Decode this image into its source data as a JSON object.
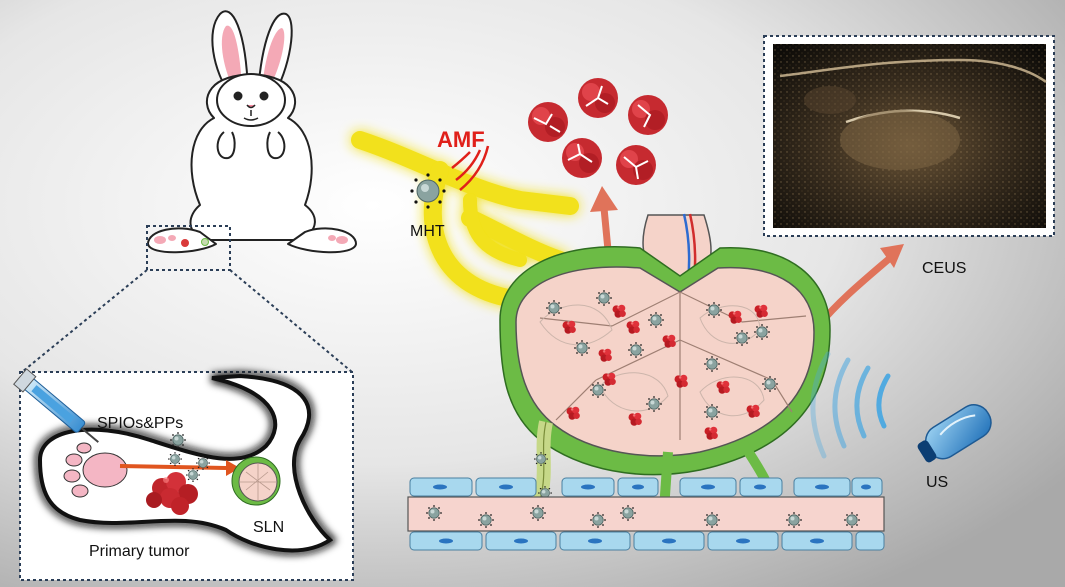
{
  "labels": {
    "amf": "AMF",
    "mht": "MHT",
    "ceus": "CEUS",
    "us": "US",
    "spios": "SPIOs&PPs",
    "sln": "SLN",
    "primary_tumor": "Primary tumor"
  },
  "colors": {
    "amf": "#e0201a",
    "green_capsule": "#6cbb45",
    "node_pink": "#f5d3c9",
    "cell_blue": "#a8d8ee",
    "vessel_pink": "#f6d4ce",
    "ultrasound_wave": "#4aa8e0",
    "coil_yellow": "#f2e11a",
    "arrow_salmon": "#e0735a",
    "tumor_red": "#d93a3a"
  }
}
